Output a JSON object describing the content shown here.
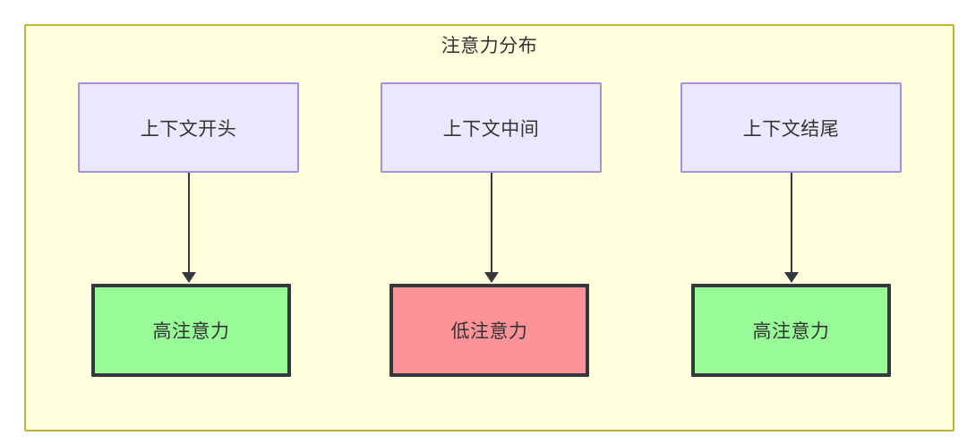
{
  "diagram": {
    "title": "注意力分布",
    "background_color": "#ffffdd",
    "border_color": "#bfb537",
    "source_nodes": [
      {
        "id": "context-start",
        "label": "上下文开头",
        "fill": "#e9e8fd",
        "stroke": "#a98fe0"
      },
      {
        "id": "context-middle",
        "label": "上下文中间",
        "fill": "#e9e8fd",
        "stroke": "#a98fe0"
      },
      {
        "id": "context-end",
        "label": "上下文结尾",
        "fill": "#e9e8fd",
        "stroke": "#a98fe0"
      }
    ],
    "sink_nodes": [
      {
        "id": "high-attention-start",
        "label": "高注意力",
        "fill": "#98fb98",
        "stroke": "#34383c"
      },
      {
        "id": "low-attention-middle",
        "label": "低注意力",
        "fill": "#fb9398",
        "stroke": "#34383c"
      },
      {
        "id": "high-attention-end",
        "label": "高注意力",
        "fill": "#98fb98",
        "stroke": "#34383c"
      }
    ],
    "edges": [
      {
        "from": "context-start",
        "to": "high-attention-start",
        "label": ""
      },
      {
        "from": "context-middle",
        "to": "low-attention-middle",
        "label": ""
      },
      {
        "from": "context-end",
        "to": "high-attention-end",
        "label": ""
      }
    ]
  }
}
